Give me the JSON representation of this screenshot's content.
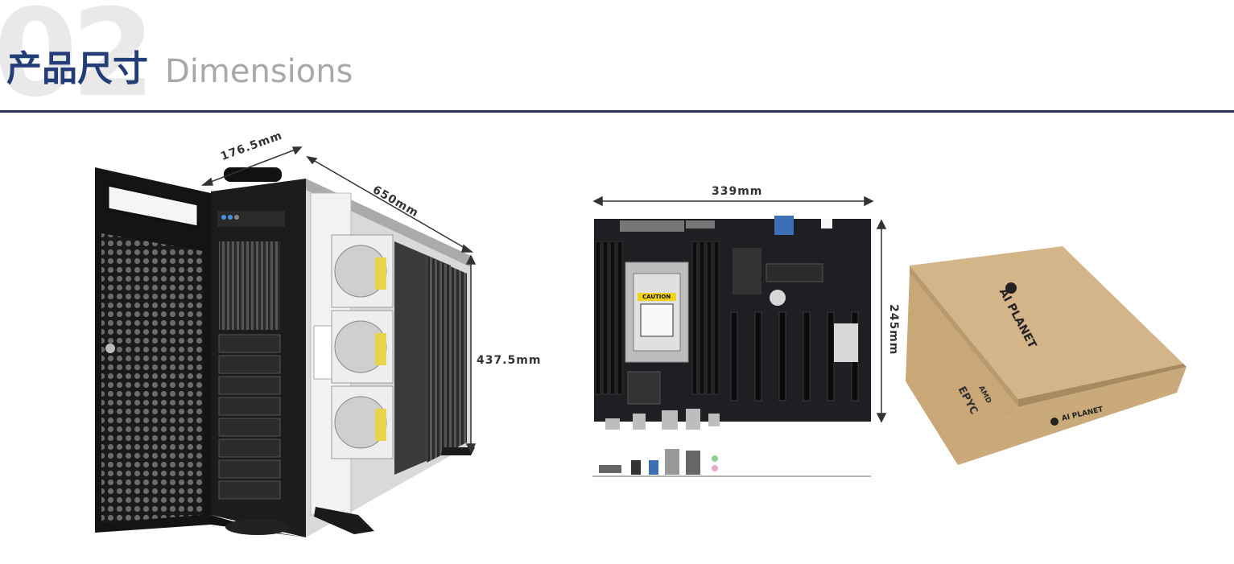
{
  "header": {
    "section_number": "02",
    "title_cn": "产品尺寸",
    "title_en": "Dimensions"
  },
  "chassis": {
    "width_label": "176.5mm",
    "depth_label": "650mm",
    "height_label": "437.5mm"
  },
  "motherboard": {
    "width_label": "339mm",
    "height_label": "245mm",
    "caution_label": "CAUTION"
  },
  "box": {
    "brand_top": "AI PLANET",
    "brand_side": "AI PLANET",
    "cpu_brand_top": "AMD",
    "cpu_brand": "EPYC"
  },
  "colors": {
    "title_blue": "#233d77",
    "rule": "#2b3450",
    "kraft": "#d4b58a"
  }
}
